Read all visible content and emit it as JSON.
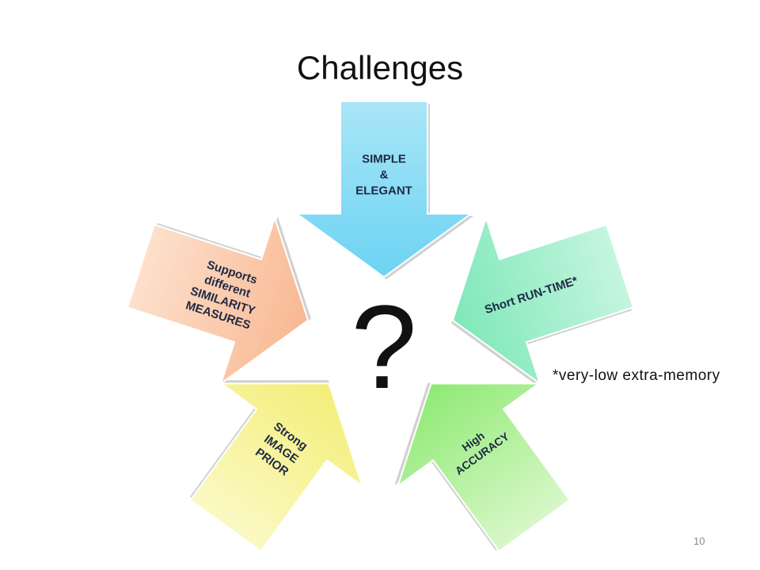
{
  "slide": {
    "title": "Challenges",
    "center_symbol": "?",
    "footnote": "*very-low extra-memory",
    "page_number": "10"
  },
  "arrows": [
    {
      "id": "simple-elegant",
      "label_lines": [
        "SIMPLE",
        "&",
        "ELEGANT"
      ],
      "color_outer": "#a9e6f7",
      "color_inner": "#6cd3f2"
    },
    {
      "id": "short-runtime",
      "label_lines": [
        "Short RUN-TIME*"
      ],
      "color_outer": "#c5f5df",
      "color_inner": "#7ee8b8"
    },
    {
      "id": "high-accuracy",
      "label_lines": [
        "High",
        "ACCURACY"
      ],
      "color_outer": "#d8f7c8",
      "color_inner": "#8eea73"
    },
    {
      "id": "strong-image-prior",
      "label_lines": [
        "Strong",
        "IMAGE",
        "PRIOR"
      ],
      "color_outer": "#fbf9c4",
      "color_inner": "#f3ee78"
    },
    {
      "id": "supports-similarity",
      "label_lines": [
        "Supports",
        "different",
        "SIMILARITY",
        "MEASURES"
      ],
      "color_outer": "#fde0cc",
      "color_inner": "#f8b892"
    }
  ]
}
